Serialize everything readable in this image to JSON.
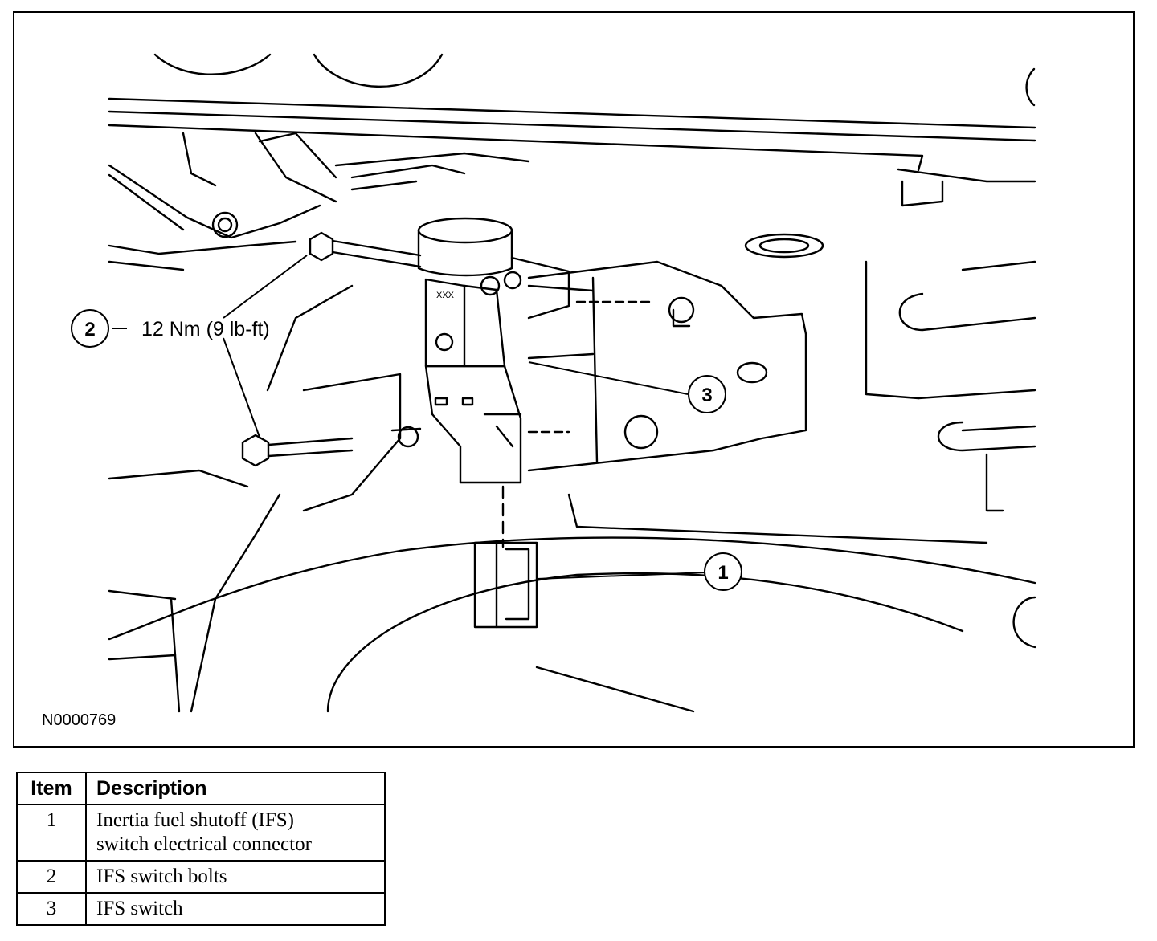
{
  "figure": {
    "id_label": "N0000769",
    "torque_label": "12 Nm (9 lb-ft)",
    "callouts": [
      {
        "number": "1"
      },
      {
        "number": "2"
      },
      {
        "number": "3"
      }
    ]
  },
  "legend": {
    "headers": {
      "item": "Item",
      "description": "Description"
    },
    "rows": [
      {
        "item": "1",
        "description_line1": "Inertia fuel shutoff (IFS)",
        "description_line2": "switch electrical connector"
      },
      {
        "item": "2",
        "description_line1": "IFS switch bolts"
      },
      {
        "item": "3",
        "description_line1": "IFS switch"
      }
    ]
  }
}
